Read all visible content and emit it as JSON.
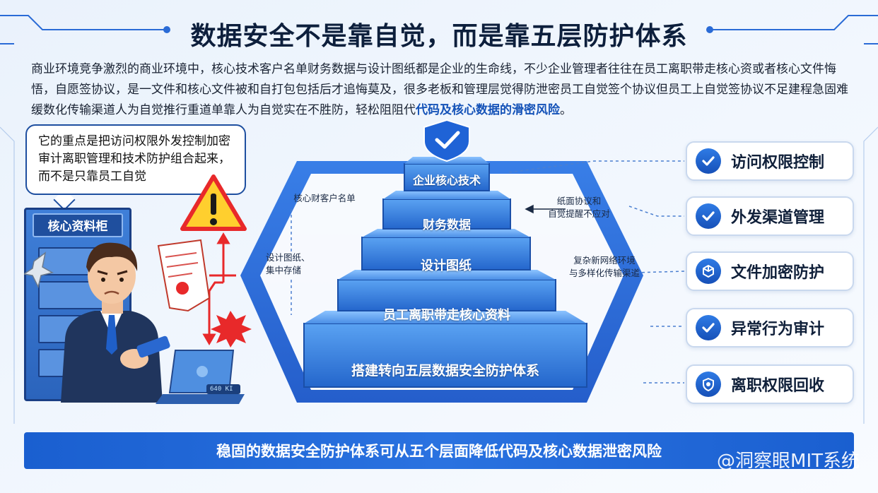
{
  "title": "数据安全不是靠自觉，而是靠五层防护体系",
  "intro": {
    "text": "商业环境竞争激烈的商业环境中，核心技术客户名单财务数据与设计图纸都是企业的生命线，不少企业管理者往往在员工离职带走核心资或者核心文件悔悟，自愿签协议，是一文件和核心文件被和自打包包括后才追悔莫及，很多老板和管理层觉得防泄密员工自觉签个协议但员工上自觉签协议不足建程急固难缓数化传输渠道人为自觉推行重道单靠人为自觉实在不胜防，轻松阻阻代",
    "highlight": "代码及核心数据的滑密风险",
    "end": "。"
  },
  "bubble": {
    "text": "它的重点是把访问权限外发控制加密审计离职管理和技术防护组合起来，而不是只靠员工自觉"
  },
  "cabinet": {
    "label": "核心资料柜"
  },
  "laptop": {
    "usb_text": "640 KI"
  },
  "pyramid": {
    "layers": [
      "企业核心技术",
      "财务数据",
      "设计图纸",
      "员工离职带走核心资料",
      "搭建转向五层数据安全防护体系"
    ],
    "notes_left": [
      "核心财客户名单",
      "设计图纸、\n集中存储"
    ],
    "notes_right": [
      "纸面协议和\n自觉提醒不应对",
      "复杂新网络环境\n与多样化传输渠道"
    ]
  },
  "checklist": [
    {
      "label": "访问权限控制",
      "icon": "check-shield-icon"
    },
    {
      "label": "外发渠道管理",
      "icon": "check-shield-icon"
    },
    {
      "label": "文件加密防护",
      "icon": "cube-shield-icon"
    },
    {
      "label": "异常行为审计",
      "icon": "check-shield-icon"
    },
    {
      "label": "离职权限回收",
      "icon": "shield-icon"
    }
  ],
  "banner": {
    "text": "稳固的数据安全防护体系可从五个层面降低代码及核心数据泄密风险"
  },
  "watermark": "@洞察眼MIT系统",
  "colors": {
    "primary": "#1a5fd0",
    "dark_blue": "#1e4fa0",
    "warning": "#e8292a",
    "warning_yellow": "#ffcf2e"
  }
}
